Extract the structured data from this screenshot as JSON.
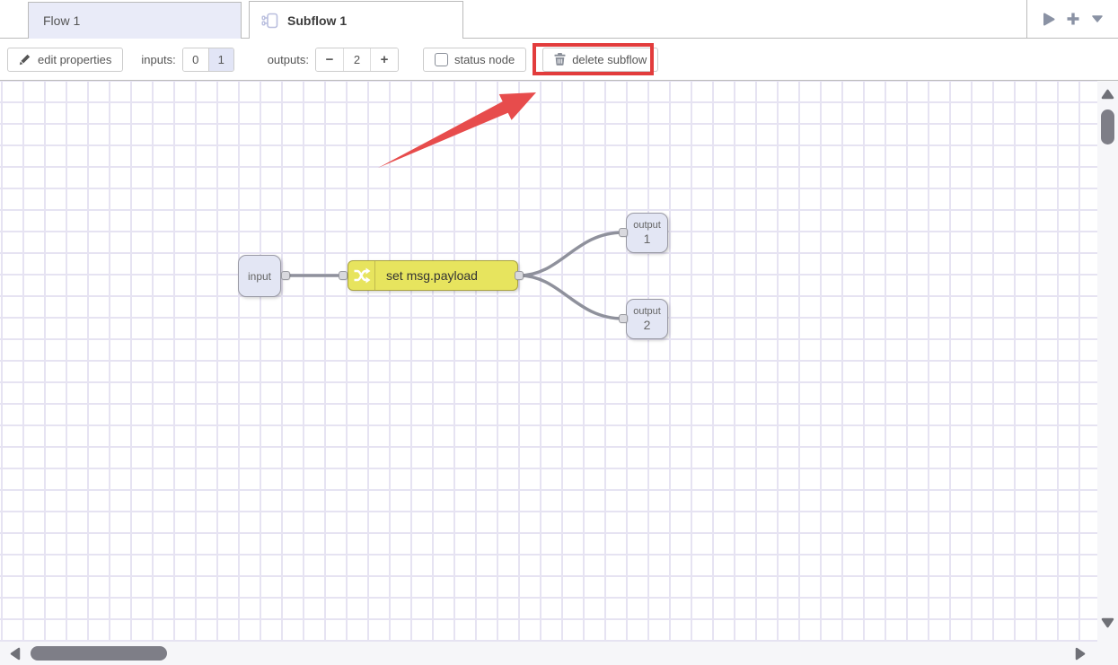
{
  "tabs": {
    "flow": {
      "label": "Flow 1"
    },
    "subflow": {
      "label": "Subflow 1"
    }
  },
  "tab_controls": {
    "icons": [
      "play-icon",
      "plus-icon",
      "chevron-down-icon"
    ]
  },
  "toolbar": {
    "edit_properties": "edit properties",
    "inputs_label": "inputs:",
    "inputs_options": [
      "0",
      "1"
    ],
    "inputs_selected": "1",
    "outputs_label": "outputs:",
    "outputs_minus": "−",
    "outputs_value": "2",
    "outputs_plus": "+",
    "status_node": "status node",
    "status_node_checked": false,
    "delete_subflow": "delete subflow"
  },
  "nodes": {
    "input": {
      "label": "input"
    },
    "change": {
      "label": "set msg.payload",
      "icon": "shuffle-icon"
    },
    "output1": {
      "label": "output",
      "num": "1"
    },
    "output2": {
      "label": "output",
      "num": "2"
    }
  },
  "annotation": {
    "highlight_target": "delete subflow button",
    "shape": "red box and red arrow"
  },
  "colors": {
    "annotation_red": "#e23c3c",
    "arrow_red": "#e74c4c",
    "change_node_yellow": "#e7e45e",
    "change_node_border": "#a9a342",
    "port_node_lavender": "#e3e6f4",
    "tab_inactive_bg": "#e9ebf8",
    "wire_gray": "#8f919c",
    "grid_line": "#e6e3f2",
    "scroll_thumb": "#7e7e87"
  }
}
